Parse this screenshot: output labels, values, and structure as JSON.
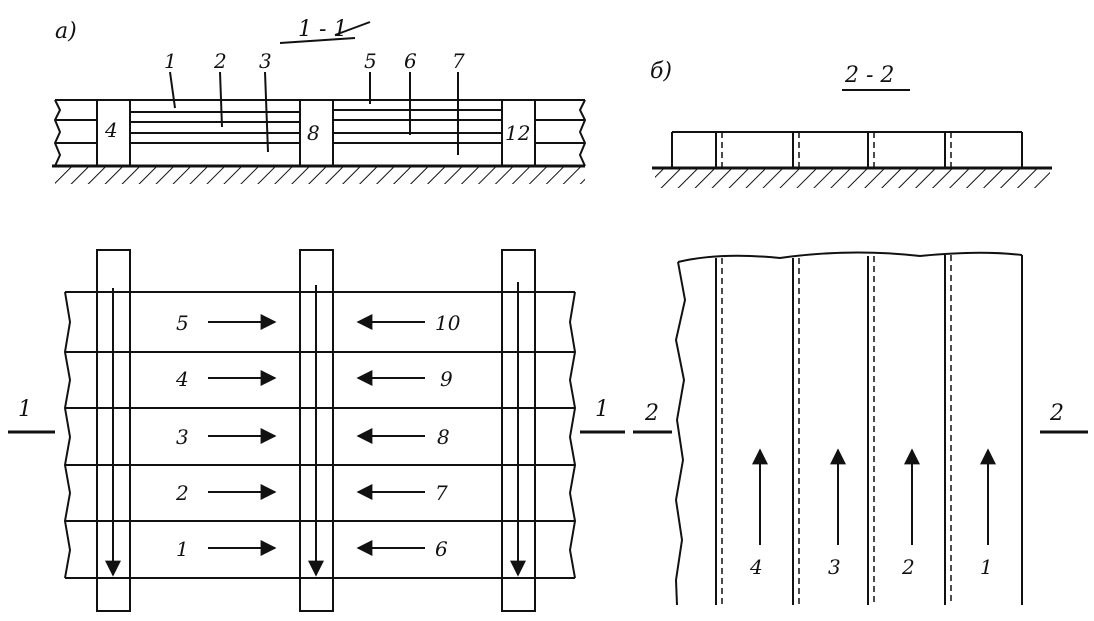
{
  "panel_labels": {
    "a": "а)",
    "b": "б)"
  },
  "section_labels": {
    "s11": "1 - 1",
    "s22": "2 - 2",
    "cut1_left": "1",
    "cut1_right": "1",
    "cut2_left": "2",
    "cut2_right": "2"
  },
  "section_a_numbers": {
    "top_left": [
      "1",
      "2",
      "3"
    ],
    "top_right": [
      "5",
      "6",
      "7"
    ],
    "inline": [
      "4",
      "8",
      "12"
    ]
  },
  "plan_a_left": [
    "5",
    "4",
    "3",
    "2",
    "1"
  ],
  "plan_a_right": [
    "10",
    "9",
    "8",
    "7",
    "6"
  ],
  "plan_b_numbers": [
    "4",
    "3",
    "2",
    "1"
  ]
}
